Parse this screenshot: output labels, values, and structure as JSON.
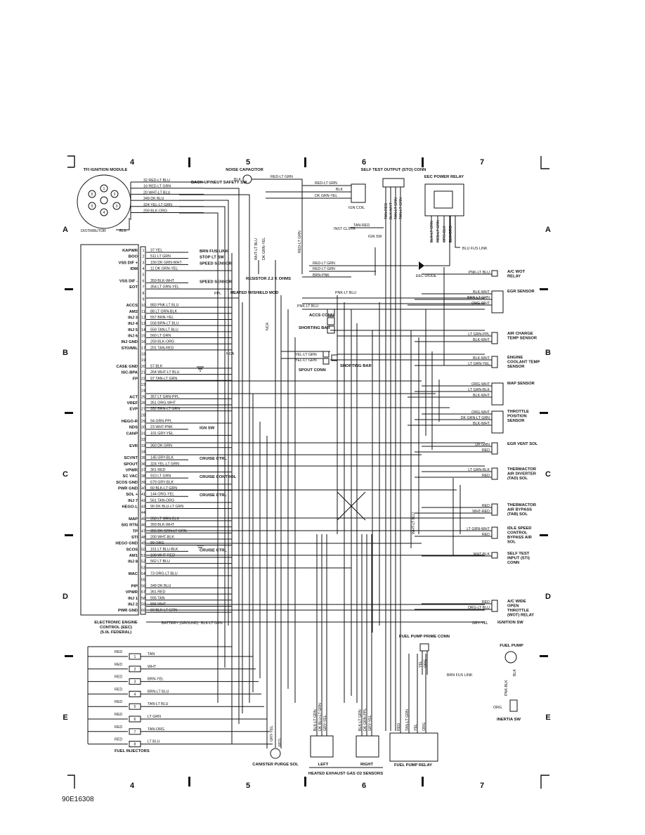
{
  "zone_columns": [
    "4",
    "5",
    "6",
    "7"
  ],
  "zone_rows": [
    "A",
    "B",
    "C",
    "D",
    "E"
  ],
  "footer_code": "90E16308",
  "components": {
    "tfi_module": "TFI IGNITION MODULE",
    "distributor": "DISTRIBUTOR",
    "noise_cap": "NOISE CAPACITOR",
    "self_test_conn": "SELF TEST OUTPUT (STO) CONN",
    "eec_relay": "EEC POWER RELAY",
    "ign_coil": "IGN COIL",
    "inst_clstr": "INST CLSTR",
    "ign_sw": "IGN SW",
    "resistor": "RESISTOR 2.2 K OHMS",
    "eec_diode": "EEC DIODE",
    "heated_mod": "HEATED W/SHIELD MOD",
    "accs_conn": "ACCS CONN",
    "shorting_bar": "SHORTING BAR",
    "spout_conn": "SPOUT CONN",
    "shorting_bar2": "SHORTING BAR",
    "ecu": "ELECTRONIC ENGINE CONTROL (EEC) (5.0L FEDERAL)",
    "battery": "BATTERY (GROUND)",
    "fuel_injectors": "FUEL INJECTORS",
    "canister": "CANISTER PURGE SOL",
    "o2_left": "LEFT",
    "o2_right": "RIGHT",
    "o2_caption": "HEATED EXHAUST GAS O2 SENSORS",
    "fp_prime": "FUEL PUMP PRIME CONN",
    "fp_relay": "FUEL PUMP RELAY",
    "fuel_pump": "FUEL PUMP",
    "inertia_sw": "INERTIA SW",
    "blu_fus": "BLU FUS LINK",
    "brn_fus": "BRN FUS LINK",
    "nca": "NCA",
    "nca2": "NCA"
  },
  "tfi_pins": [
    "1",
    "2",
    "3",
    "4",
    "5",
    "6"
  ],
  "tfi_wires": [
    {
      "label": "32 RED-LT BLU",
      "dest": "BACK-UP/NEUT SAFETY SW"
    },
    {
      "label": "16 RED-LT GRN",
      "dest": ""
    },
    {
      "label": "20 WHT-LT BLU",
      "dest": ""
    },
    {
      "label": "349 DK BLU",
      "dest": ""
    },
    {
      "label": "324 YEL-LT GRN",
      "dest": ""
    },
    {
      "label": "259 BLK-ORG",
      "dest": ""
    }
  ],
  "misc_labels": {
    "blk_dist": "BLK",
    "red_lt_grn_cap": "RED-LT GRN",
    "blk_cap": "BLK",
    "coil_red": "RED-LT GRN",
    "coil_blk": "BLK",
    "coil_dk": "DK GRN-YEL",
    "tan_red": "TAN-RED",
    "red_ltgrn_v": "RED-LT GRN",
    "wht_ltblu_v": "WHT-LT BLU",
    "dkgrn_yel_v": "DK GRN-YEL",
    "res_red1": "RED-LT GRN",
    "res_red2": "RED-LT GRN",
    "res_brn": "BRN-PNK",
    "ppl": "PPL",
    "pnk_lt_blu": "PNK-LT BLU",
    "pnk_lt_blu2": "PNK-LT BLU",
    "pnk_lt_blu3": "PNK-LT BLU",
    "yel_ltgrn1": "YEL-LT GRN",
    "yel_ltgrn2": "YEL-LT GRN",
    "wht_ltblu_v2": "WHT-LT BLU",
    "gry_yel_v": "GRY-YEL",
    "red_v": "RED",
    "battery_wire": "BLK-LT GRN",
    "gry_yel_ign": "GRY-YEL",
    "ign_sw_right": "IGNITION SW",
    "pnk_blk": "PNK-BLK",
    "blk_fp": "BLK",
    "orgfp": "ORG",
    "yel_fp": "YEL",
    "org_fp2": "ORG"
  },
  "sto_wires": [
    "TAN-RED",
    "BLK-WHT",
    "TAN-LT GRN",
    "TAN-LT GRN"
  ],
  "relay_wires": [
    "BLK-LT GRN",
    "RED-LT GRN",
    "ORG-BLK",
    "BLK-ORG"
  ],
  "ecu_pins": [
    {
      "n": "1",
      "fn": "KAPWR",
      "w": "37 YEL",
      "d": "BRN FUS LINK"
    },
    {
      "n": "2",
      "fn": "BOO",
      "w": "511 LT GRN",
      "d": "STOP LT SW"
    },
    {
      "n": "3",
      "fn": "VSS DIF +",
      "w": "150 DK GRN-WHT",
      "d": "SPEED SENSOR"
    },
    {
      "n": "4",
      "fn": "IDM",
      "w": "11 DK GRN-YEL",
      "d": ""
    },
    {
      "n": "5",
      "fn": "",
      "w": "",
      "d": ""
    },
    {
      "n": "6",
      "fn": "VSS DIF -",
      "w": "359 BLK-WHT",
      "d": "SPEED SENSOR"
    },
    {
      "n": "7",
      "fn": "EOT",
      "w": "354 LT GRN-YEL",
      "d": ""
    },
    {
      "n": "8",
      "fn": "",
      "w": "",
      "d": ""
    },
    {
      "n": "9",
      "fn": "",
      "w": "",
      "d": ""
    },
    {
      "n": "10",
      "fn": "ACCS",
      "w": "883 PNK-LT BLU",
      "d": ""
    },
    {
      "n": "11",
      "fn": "AM2",
      "w": "88 LT GRN-BLK",
      "d": ""
    },
    {
      "n": "12",
      "fn": "INJ 3",
      "w": "557 BRN-YEL",
      "d": ""
    },
    {
      "n": "13",
      "fn": "INJ 4",
      "w": "558 BRN-LT BLU",
      "d": ""
    },
    {
      "n": "14",
      "fn": "INJ 5",
      "w": "559 TAN-LT BLU",
      "d": ""
    },
    {
      "n": "15",
      "fn": "INJ 6",
      "w": "560 LT GRN",
      "d": ""
    },
    {
      "n": "16",
      "fn": "INJ GND",
      "w": "259 BLK-ORG",
      "d": ""
    },
    {
      "n": "17",
      "fn": "STO/MIL",
      "w": "201 TAN-RED",
      "d": ""
    },
    {
      "n": "18",
      "fn": "",
      "w": "",
      "d": ""
    },
    {
      "n": "19",
      "fn": "",
      "w": "",
      "d": ""
    },
    {
      "n": "20",
      "fn": "CASE GND",
      "w": "57 BLK",
      "d": ""
    },
    {
      "n": "21",
      "fn": "ISC-BPA",
      "w": "264 WHT-LT BLU",
      "d": ""
    },
    {
      "n": "22",
      "fn": "FP",
      "w": "97 TAN-LT GRN",
      "d": ""
    },
    {
      "n": "23",
      "fn": "",
      "w": "",
      "d": ""
    },
    {
      "n": "24",
      "fn": "",
      "w": "",
      "d": ""
    },
    {
      "n": "25",
      "fn": "ACT",
      "w": "357 LT GRN-PPL",
      "d": ""
    },
    {
      "n": "26",
      "fn": "VREF",
      "w": "351 ORG-WHT",
      "d": ""
    },
    {
      "n": "27",
      "fn": "EVP",
      "w": "352 BRN-LT GRN",
      "d": ""
    },
    {
      "n": "28",
      "fn": "",
      "w": "",
      "d": ""
    },
    {
      "n": "29",
      "fn": "HEGO-R",
      "w": "94 GRN-PPL",
      "d": ""
    },
    {
      "n": "30",
      "fn": "NDS",
      "w": "23 WHT-PNK",
      "d": "IGN SW"
    },
    {
      "n": "31",
      "fn": "CANP",
      "w": "101 GRY-YEL",
      "d": ""
    },
    {
      "n": "32",
      "fn": "",
      "w": "",
      "d": ""
    },
    {
      "n": "33",
      "fn": "EVR",
      "w": "360 DK GRN",
      "d": ""
    },
    {
      "n": "34",
      "fn": "",
      "w": "",
      "d": ""
    },
    {
      "n": "35",
      "fn": "SCVNT",
      "w": "145 GRY-BLK",
      "d": "CRUISE CTRL"
    },
    {
      "n": "36",
      "fn": "SPOUT",
      "w": "324 YEL-LT GRN",
      "d": ""
    },
    {
      "n": "37",
      "fn": "VPWR",
      "w": "361 RED",
      "d": ""
    },
    {
      "n": "38",
      "fn": "SC VAC",
      "w": "910 LT GRN",
      "d": "CRUISE CONTROL"
    },
    {
      "n": "39",
      "fn": "SCOS GND",
      "w": "679 GRY-BLK",
      "d": ""
    },
    {
      "n": "40",
      "fn": "PWR GND",
      "w": "60 BLK-LT GRN",
      "d": ""
    },
    {
      "n": "41",
      "fn": "SOL +",
      "w": "144 ORG-YEL",
      "d": "CRUISE CTRL"
    },
    {
      "n": "42",
      "fn": "INJ 7",
      "w": "561 TAN-ORG",
      "d": ""
    },
    {
      "n": "43",
      "fn": "HEGO-L",
      "w": "90 DK BLU-LT GRN",
      "d": ""
    },
    {
      "n": "44",
      "fn": "",
      "w": "",
      "d": ""
    },
    {
      "n": "45",
      "fn": "MAP",
      "w": "358 LT GRN-BLK",
      "d": ""
    },
    {
      "n": "46",
      "fn": "SIG RTN",
      "w": "359 BLK-WHT",
      "d": ""
    },
    {
      "n": "47",
      "fn": "TP",
      "w": "355 DK GRN-LT GRN",
      "d": ""
    },
    {
      "n": "48",
      "fn": "STI",
      "w": "200 WHT-BLK",
      "d": ""
    },
    {
      "n": "49",
      "fn": "HEGO GND",
      "w": "89 ORG",
      "d": ""
    },
    {
      "n": "50",
      "fn": "SCOS",
      "w": "151 LT BLU-BLK",
      "d": "CRUISE CTRL"
    },
    {
      "n": "51",
      "fn": "AM1",
      "w": "100 WHT-RED",
      "d": ""
    },
    {
      "n": "52",
      "fn": "INJ 8",
      "w": "562 LT BLU",
      "d": ""
    },
    {
      "n": "53",
      "fn": "",
      "w": "",
      "d": ""
    },
    {
      "n": "54",
      "fn": "WAC",
      "w": "73 ORG-LT BLU",
      "d": ""
    },
    {
      "n": "55",
      "fn": "",
      "w": "",
      "d": ""
    },
    {
      "n": "56",
      "fn": "PIP",
      "w": "349 DK BLU",
      "d": ""
    },
    {
      "n": "57",
      "fn": "VPWR",
      "w": "361 RED",
      "d": ""
    },
    {
      "n": "58",
      "fn": "INJ 1",
      "w": "555 TAN",
      "d": ""
    },
    {
      "n": "59",
      "fn": "INJ 2",
      "w": "556 WHT",
      "d": ""
    },
    {
      "n": "60",
      "fn": "PWR GND",
      "w": "60 BLK-LT GRN",
      "d": ""
    }
  ],
  "injectors": [
    {
      "n": "1",
      "w": "TAN"
    },
    {
      "n": "2",
      "w": "WHT"
    },
    {
      "n": "3",
      "w": "BRN-YEL"
    },
    {
      "n": "4",
      "w": "BRN-LT BLU"
    },
    {
      "n": "5",
      "w": "TAN-LT BLU"
    },
    {
      "n": "6",
      "w": "LT GRN"
    },
    {
      "n": "7",
      "w": "TAN-ORG"
    },
    {
      "n": "8",
      "w": "LT BLU"
    }
  ],
  "injector_red": "RED",
  "right_comps": [
    {
      "name": "A/C WOT RELAY",
      "wires": [
        "PNK-LT BLU"
      ]
    },
    {
      "name": "EGR SENSOR",
      "wires": [
        "BLK-WHT",
        "BRN-LT GRN",
        "ORG-WHT"
      ]
    },
    {
      "name": "AIR CHARGE TEMP SENSOR",
      "wires": [
        "LT GRN-PPL",
        "BLK-WHT"
      ]
    },
    {
      "name": "ENGINE COOLANT TEMP SENSOR",
      "wires": [
        "BLK-WHT",
        "LT GRN-YEL"
      ]
    },
    {
      "name": "MAP SENSOR",
      "wires": [
        "ORG-WHT",
        "LT GRN-BLK",
        "BLK-WHT"
      ]
    },
    {
      "name": "THROTTLE POSITION SENSOR",
      "wires": [
        "ORG-WHT",
        "DK GRN-LT GRN",
        "BLK-WHT"
      ]
    },
    {
      "name": "EGR VENT SOL",
      "wires": [
        "DK GRN",
        "RED"
      ]
    },
    {
      "name": "THERMACTOR AIR DIVERTER (TAD) SOL",
      "wires": [
        "LT GRN-BLK",
        "RED"
      ]
    },
    {
      "name": "THERMACTOR AIR BYPASS (TAB) SOL",
      "wires": [
        "RED",
        "WHT-RED"
      ]
    },
    {
      "name": "IDLE SPEED CONTROL BYPASS AIR SOL",
      "wires": [
        "LT GRN-WHT",
        "RED"
      ]
    },
    {
      "name": "SELF TEST INPUT (STI) CONN",
      "wires": [
        "WHT-BLK"
      ]
    },
    {
      "name": "A/C WIDE OPEN THROTTLE (WOT) RELAY",
      "wires": [
        "RED",
        "ORG-LT BLU"
      ]
    }
  ],
  "o2_left_wires": [
    "BLK-LT GRN",
    "DK BLU-LT GRN",
    "GRY-YEL"
  ],
  "o2_right_wires": [
    "BLK-LT GRN",
    "DK GRN-PPL",
    "GRY-YEL"
  ],
  "fp_relay_wires": [
    "RED",
    "TAN-LT GRN",
    "YEL",
    "ORG"
  ],
  "fp_prime_wires": [
    "YEL",
    "ORG"
  ]
}
